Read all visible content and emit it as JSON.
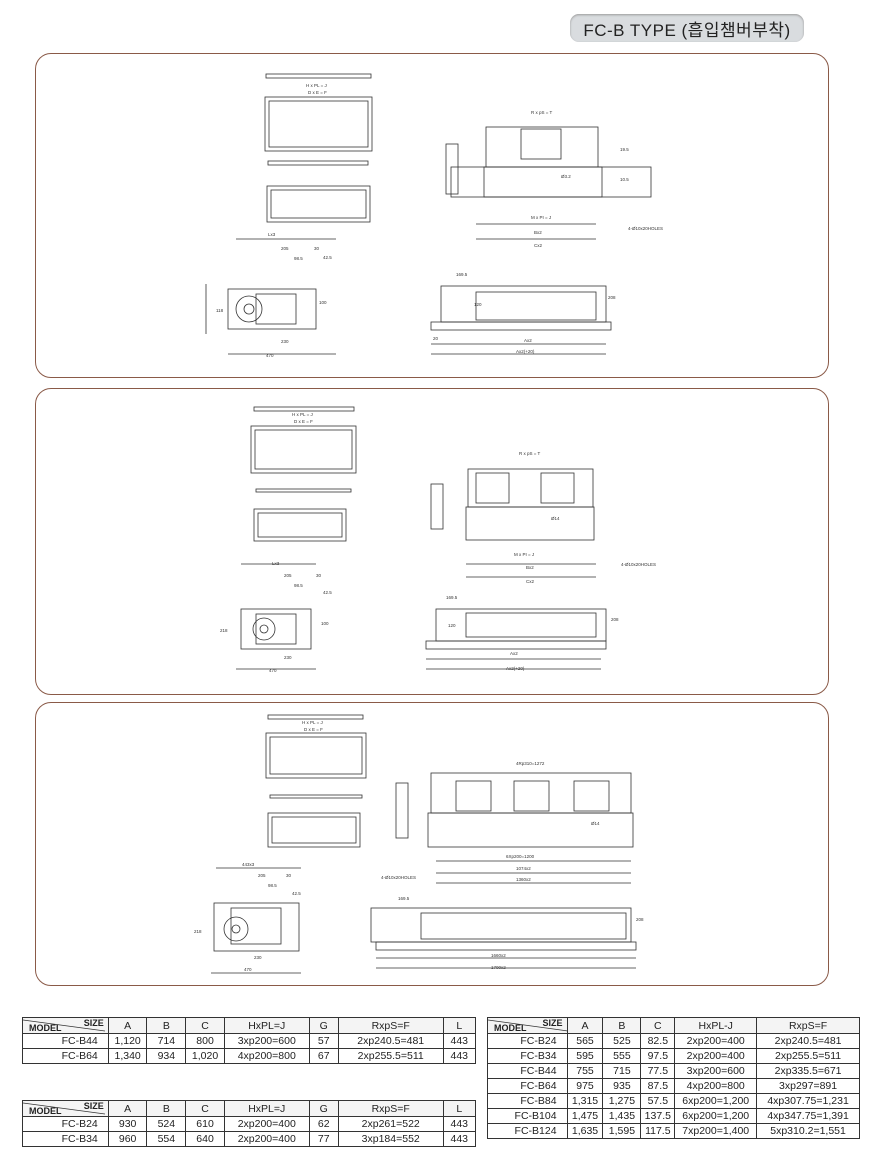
{
  "header": {
    "title": "FC-B TYPE (흡입챔버부착)"
  },
  "drawings": {
    "panel1": {
      "labels": [
        "H x PL = J",
        "D x E = F",
        "R x pS = T",
        "M x PI = J",
        "Bx2",
        "Cx2",
        "Ax2",
        "Ax2(+20)",
        "4-Ø10x20HOLES",
        "Ø3.2",
        "Lx3",
        "205",
        "30",
        "98.5",
        "42.5",
        "118",
        "100",
        "230",
        "470",
        "169.5",
        "120",
        "208",
        "20",
        "19.5",
        "10.5"
      ]
    },
    "panel2": {
      "labels": [
        "H x PL = J",
        "D x E = F",
        "R x pS = T",
        "M x PI = J",
        "Bx2",
        "Cx2",
        "Ax2",
        "Ax2(+20)",
        "4-Ø10x20HOLES",
        "Ø14",
        "Lx3",
        "205",
        "30",
        "98.5",
        "42.5",
        "218",
        "100",
        "230",
        "470",
        "169.5",
        "120",
        "208"
      ]
    },
    "panel3": {
      "labels": [
        "H x PL = J",
        "D x E = F",
        "4Rp310=1272",
        "6Xp200=1200",
        "1074x2",
        "1360x2",
        "1660x2",
        "1700x2",
        "4-Ø10x20HOLES",
        "Ø14",
        "443x3",
        "205",
        "30",
        "98.5",
        "42.5",
        "218",
        "230",
        "470",
        "169.5",
        "208"
      ]
    }
  },
  "tables": {
    "headers": [
      "A",
      "B",
      "C",
      "HxPL=J",
      "G",
      "RxpS=F",
      "L"
    ],
    "corner": {
      "size": "SIZE",
      "model": "MODEL"
    },
    "table1": [
      [
        "FC-B44",
        "1,120",
        "714",
        "800",
        "3xp200=600",
        "57",
        "2xp240.5=481",
        "443"
      ],
      [
        "FC-B64",
        "1,340",
        "934",
        "1,020",
        "4xp200=800",
        "67",
        "2xp255.5=511",
        "443"
      ]
    ],
    "table2": [
      [
        "FC-B24",
        "930",
        "524",
        "610",
        "2xp200=400",
        "62",
        "2xp261=522",
        "443"
      ],
      [
        "FC-B34",
        "960",
        "554",
        "640",
        "2xp200=400",
        "77",
        "3xp184=552",
        "443"
      ]
    ],
    "table3_headers": [
      "A",
      "B",
      "C",
      "HxPL-J",
      "RxpS=F"
    ],
    "table3": [
      [
        "FC-B24",
        "565",
        "525",
        "82.5",
        "2xp200=400",
        "2xp240.5=481"
      ],
      [
        "FC-B34",
        "595",
        "555",
        "97.5",
        "2xp200=400",
        "2xp255.5=511"
      ],
      [
        "FC-B44",
        "755",
        "715",
        "77.5",
        "3xp200=600",
        "2xp335.5=671"
      ],
      [
        "FC-B64",
        "975",
        "935",
        "87.5",
        "4xp200=800",
        "3xp297=891"
      ],
      [
        "FC-B84",
        "1,315",
        "1,275",
        "57.5",
        "6xp200=1,200",
        "4xp307.75=1,231"
      ],
      [
        "FC-B104",
        "1,475",
        "1,435",
        "137.5",
        "6xp200=1,200",
        "4xp347.75=1,391"
      ],
      [
        "FC-B124",
        "1,635",
        "1,595",
        "117.5",
        "7xp200=1,400",
        "5xp310.2=1,551"
      ]
    ]
  }
}
